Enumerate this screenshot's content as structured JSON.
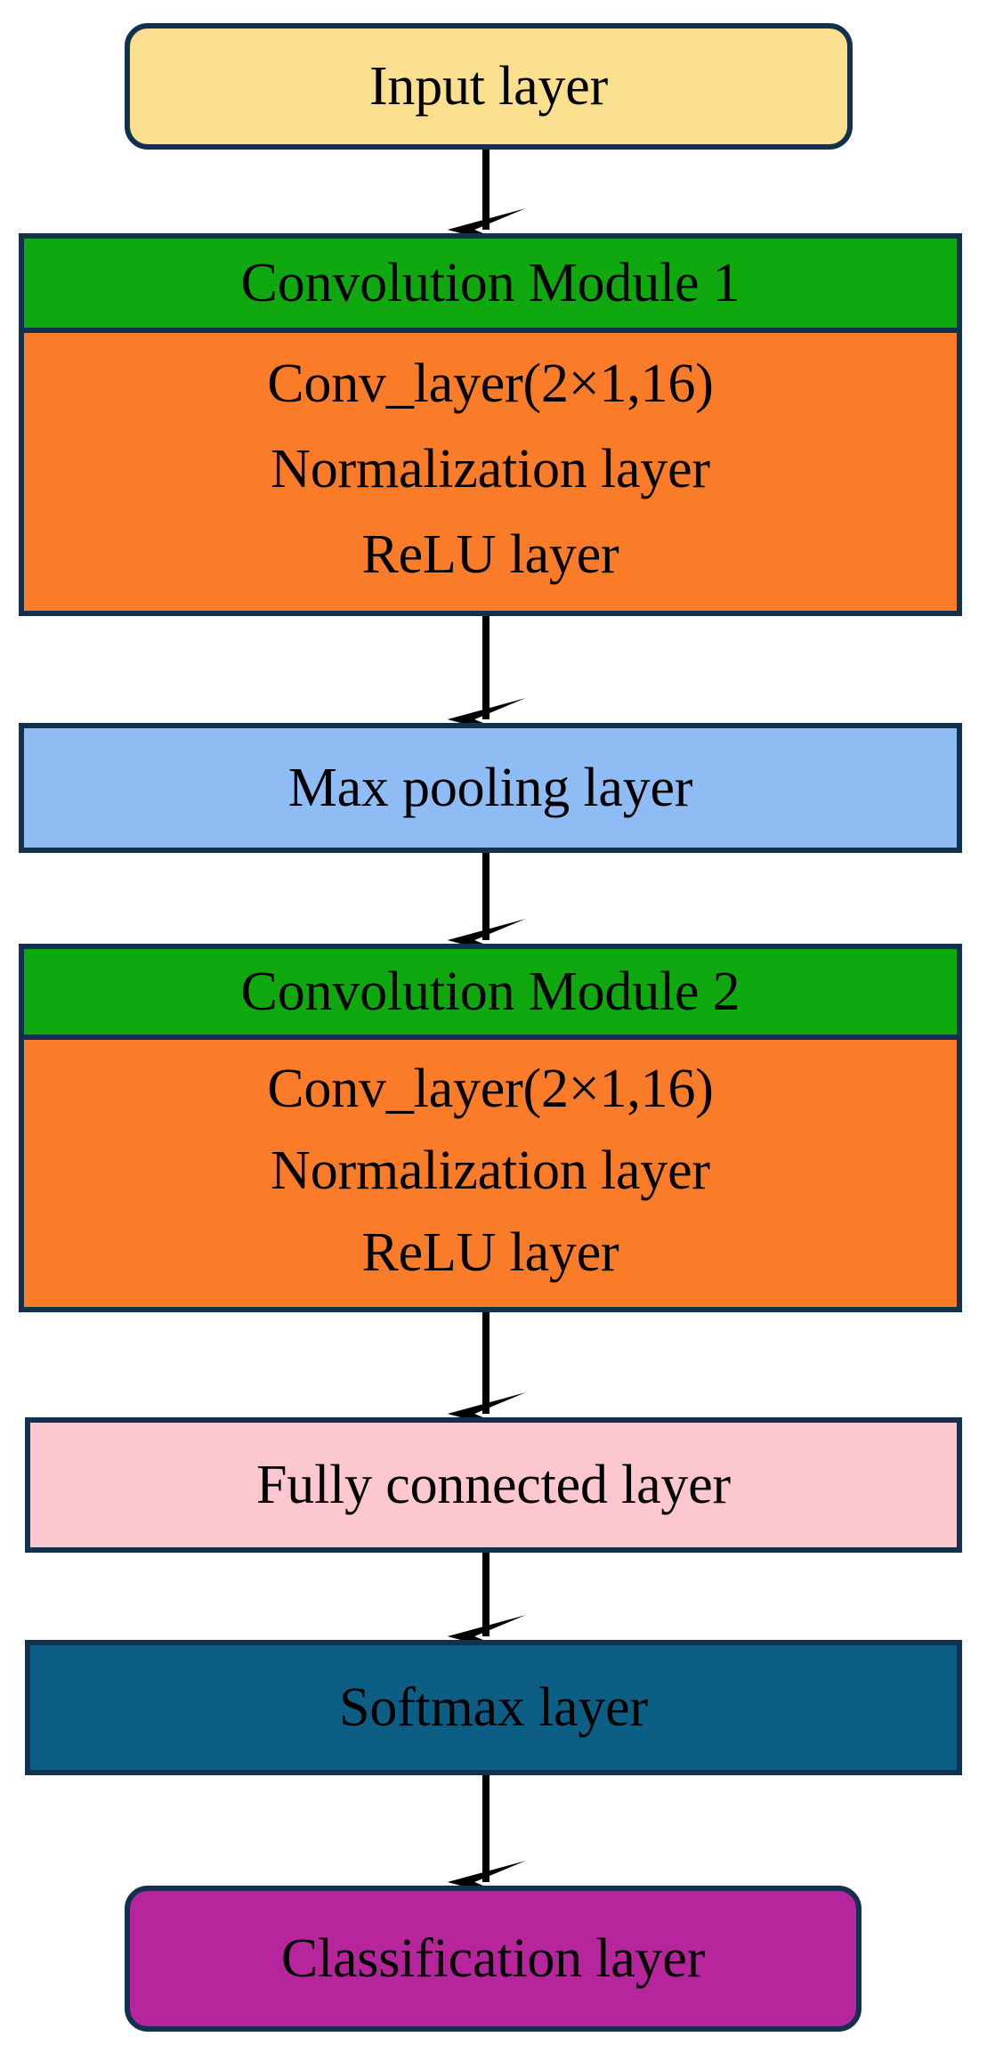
{
  "diagram": {
    "title": "CNN architecture flowchart",
    "type": "flowchart",
    "orientation": "top-to-bottom",
    "colors": {
      "border": "#12314f",
      "input": "#fae08e",
      "module_header": "#0fa80f",
      "module_body": "#fa7c28",
      "maxpool": "#90bcf5",
      "fully_connected": "#fcc7ce",
      "softmax": "#0d5e85",
      "classification": "#b6259b",
      "arrow": "#000000",
      "text": "#000000"
    }
  },
  "nodes": {
    "input": {
      "label": "Input layer"
    },
    "conv_module_1": {
      "header": "Convolution Module 1",
      "lines": [
        "Conv_layer(2×1,16)",
        "Normalization layer",
        "ReLU layer"
      ]
    },
    "max_pooling": {
      "label": "Max pooling layer"
    },
    "conv_module_2": {
      "header": "Convolution Module 2",
      "lines": [
        "Conv_layer(2×1,16)",
        "Normalization layer",
        "ReLU layer"
      ]
    },
    "fully_connected": {
      "label": "Fully connected layer"
    },
    "softmax": {
      "label": "Softmax layer"
    },
    "classification": {
      "label": "Classification layer"
    }
  },
  "edges": [
    {
      "from": "Input layer",
      "to": "Convolution Module 1"
    },
    {
      "from": "Convolution Module 1",
      "to": "Max pooling layer"
    },
    {
      "from": "Max pooling layer",
      "to": "Convolution Module 2"
    },
    {
      "from": "Convolution Module 2",
      "to": "Fully connected layer"
    },
    {
      "from": "Fully connected layer",
      "to": "Softmax layer"
    },
    {
      "from": "Softmax layer",
      "to": "Classification layer"
    }
  ]
}
